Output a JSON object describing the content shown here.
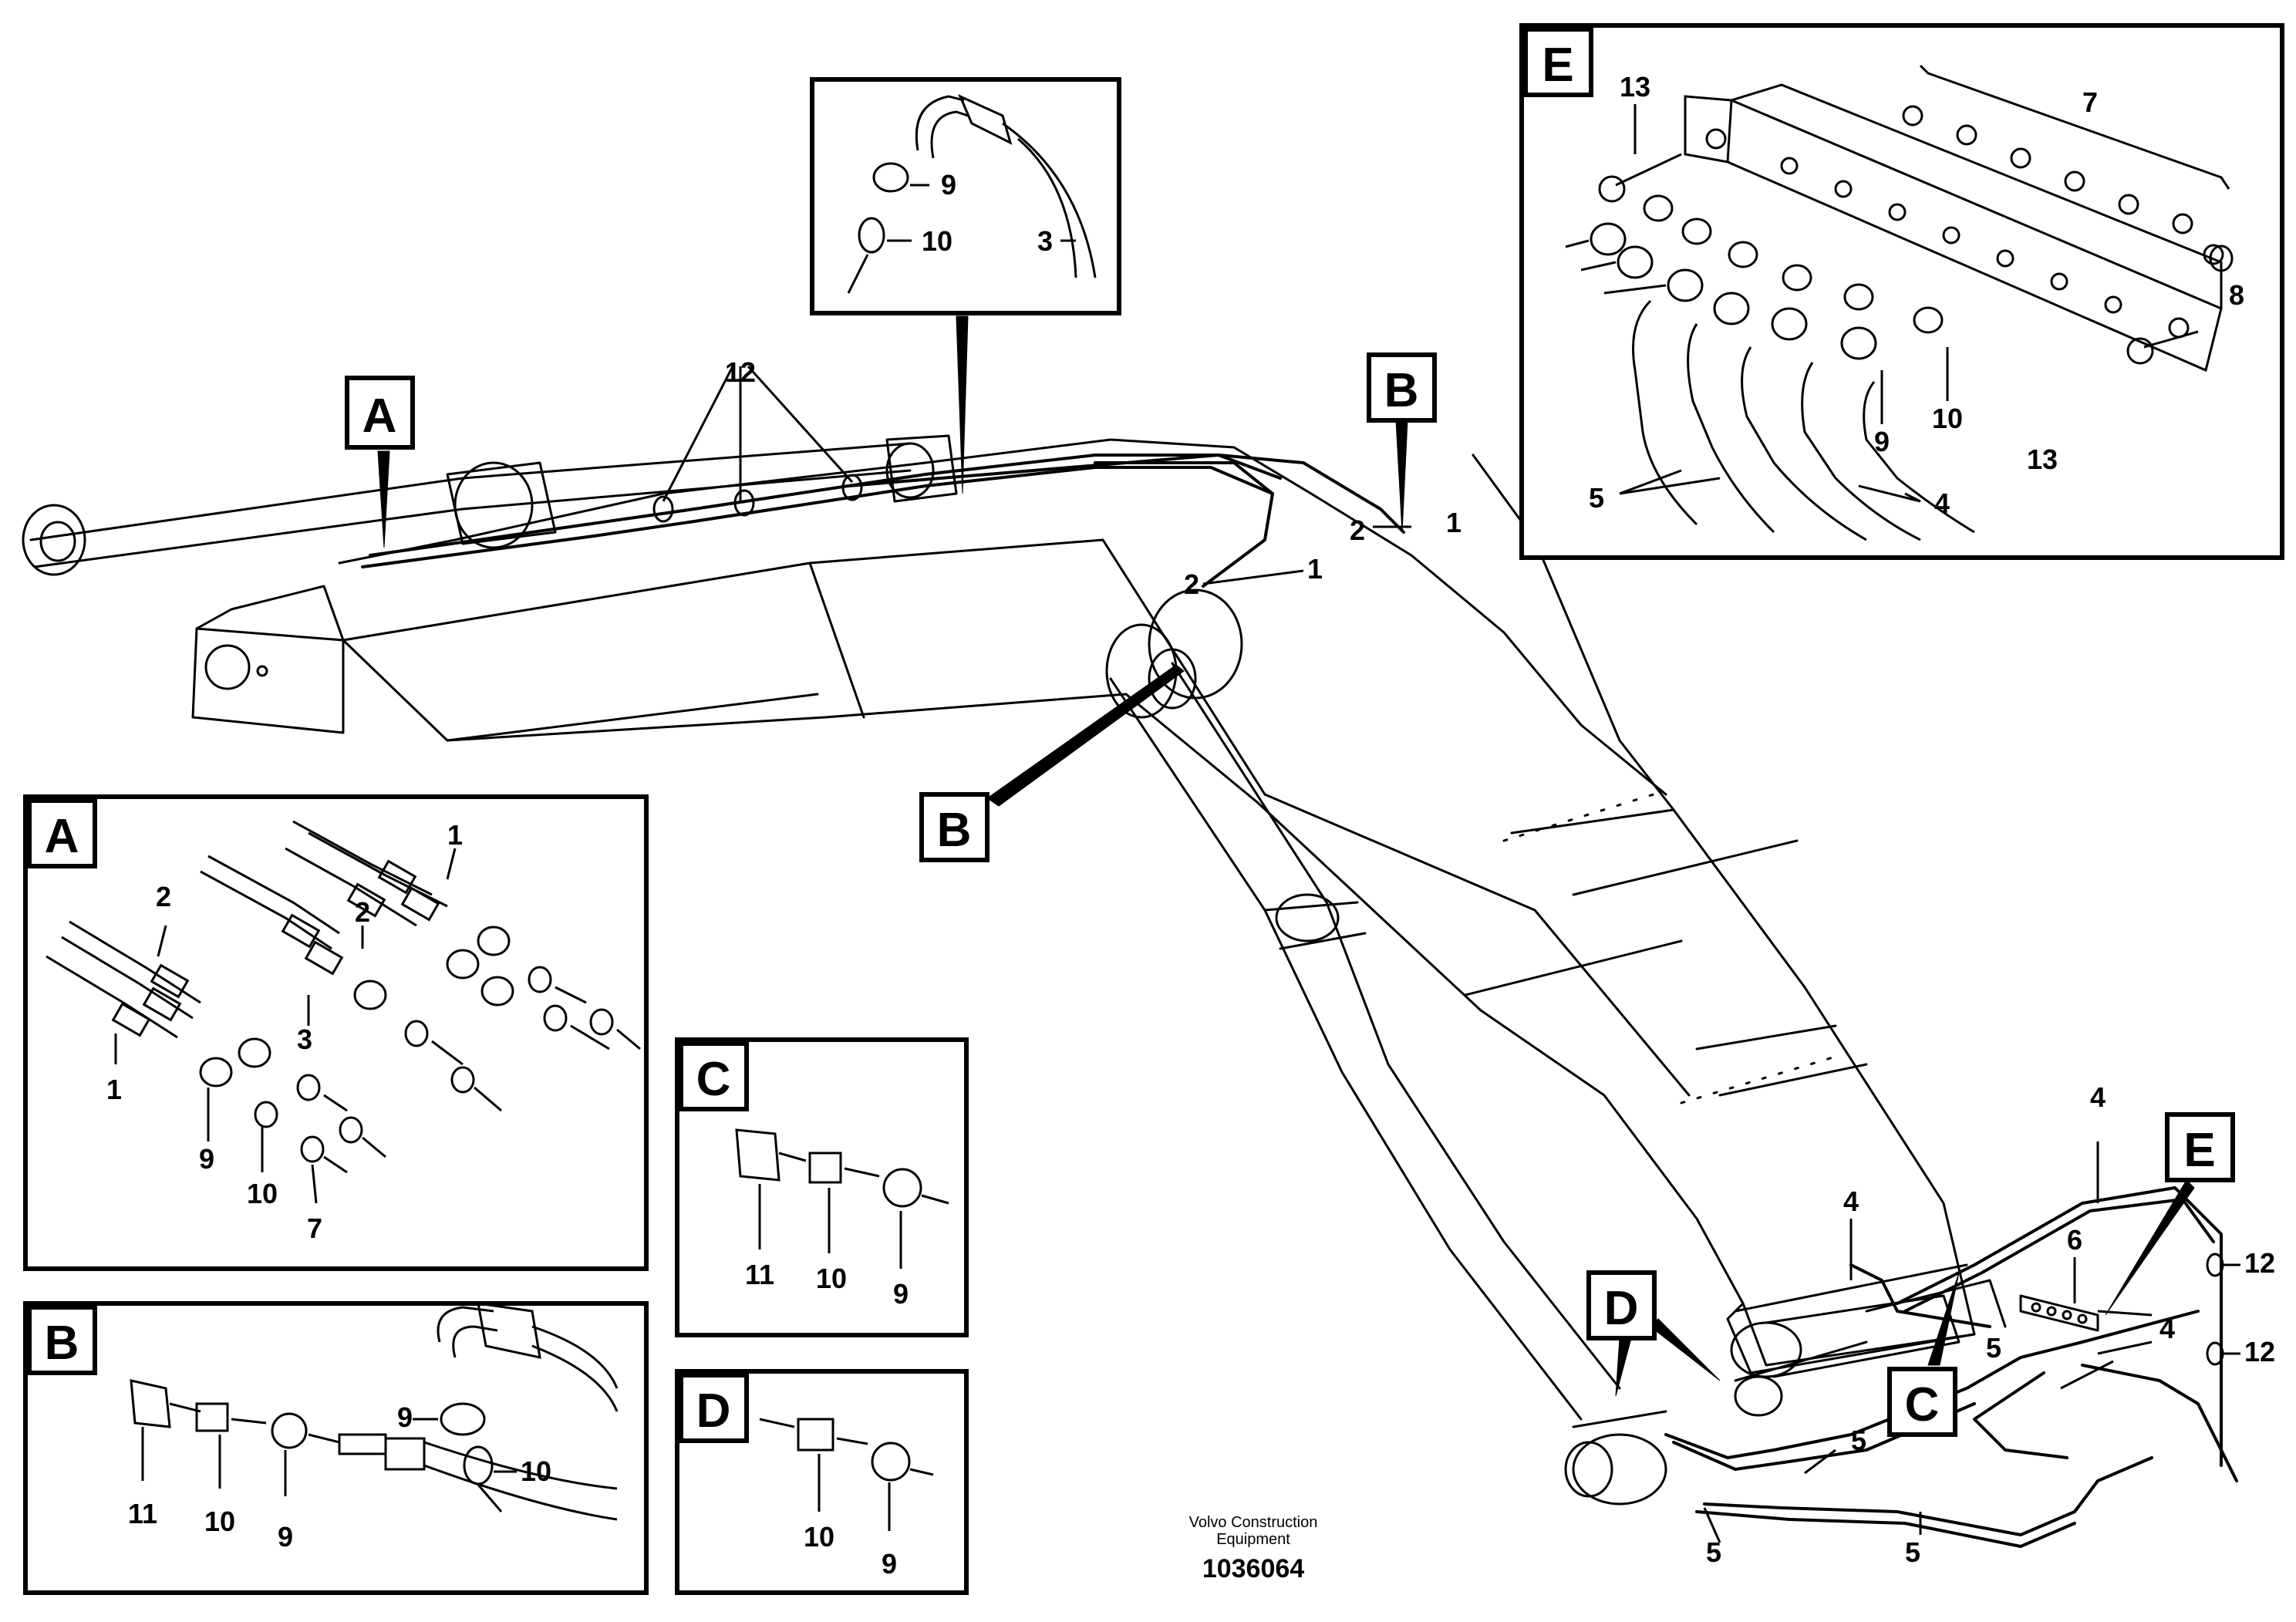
{
  "footer": {
    "company_line1": "Volvo Construction",
    "company_line2": "Equipment",
    "drawing_number": "1036064"
  },
  "tags": {
    "A": "A",
    "B": "B",
    "C": "C",
    "D": "D",
    "E": "E"
  },
  "callouts": {
    "n1": "1",
    "n2": "2",
    "n3": "3",
    "n4": "4",
    "n5": "5",
    "n6": "6",
    "n7": "7",
    "n8": "8",
    "n9": "9",
    "n10": "10",
    "n11": "11",
    "n12": "12",
    "n13": "13"
  },
  "colors": {
    "line": "#000000",
    "background": "#ffffff"
  }
}
